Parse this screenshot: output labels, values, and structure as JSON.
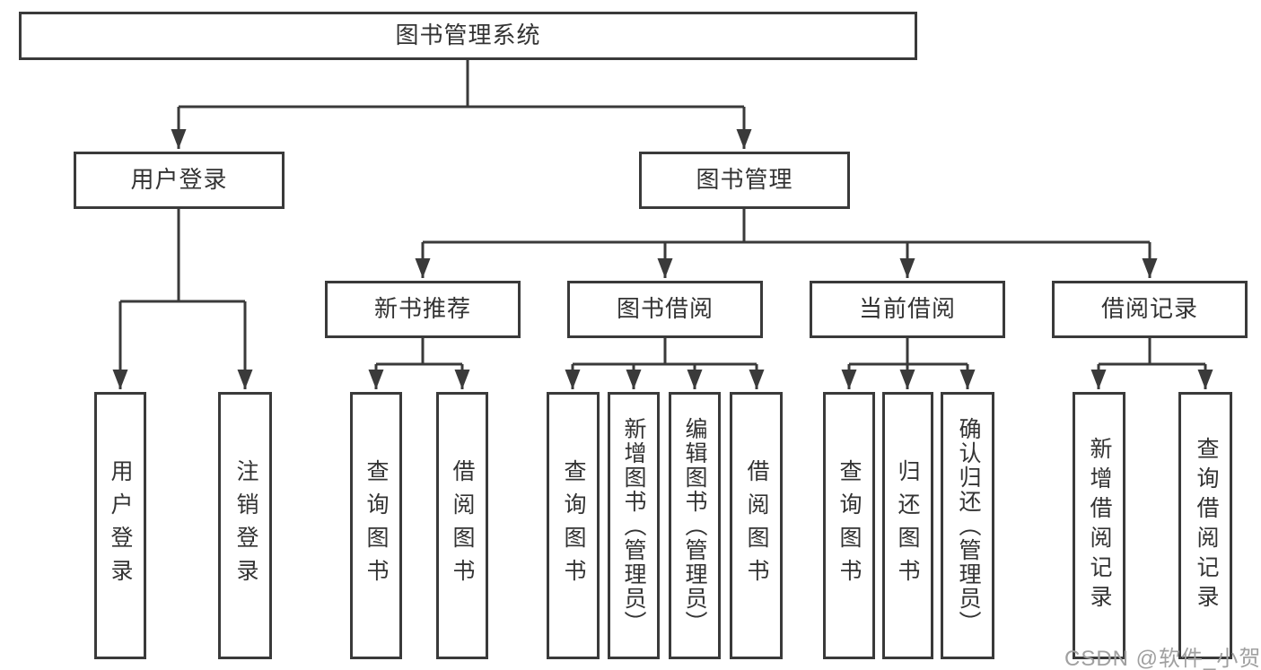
{
  "watermark": "CSDN @软件_小贺同学",
  "colors": {
    "line": "#3a3a3a",
    "text": "#333333",
    "watermark": "#a0a0a0",
    "background": "#ffffff"
  },
  "tree": {
    "root": {
      "label": "图书管理系统"
    },
    "children": [
      {
        "label": "用户登录",
        "children": [
          {
            "label": "用户登录"
          },
          {
            "label": "注销登录"
          }
        ]
      },
      {
        "label": "图书管理",
        "children": [
          {
            "label": "新书推荐",
            "children": [
              {
                "label": "查询图书"
              },
              {
                "label": "借阅图书"
              }
            ]
          },
          {
            "label": "图书借阅",
            "children": [
              {
                "label": "查询图书"
              },
              {
                "label": "新增图书（管理员）"
              },
              {
                "label": "编辑图书（管理员）"
              },
              {
                "label": "借阅图书"
              }
            ]
          },
          {
            "label": "当前借阅",
            "children": [
              {
                "label": "查询图书"
              },
              {
                "label": "归还图书"
              },
              {
                "label": "确认归还（管理员）"
              }
            ]
          },
          {
            "label": "借阅记录",
            "children": [
              {
                "label": "新增借阅记录"
              },
              {
                "label": "查询借阅记录"
              }
            ]
          }
        ]
      }
    ]
  }
}
